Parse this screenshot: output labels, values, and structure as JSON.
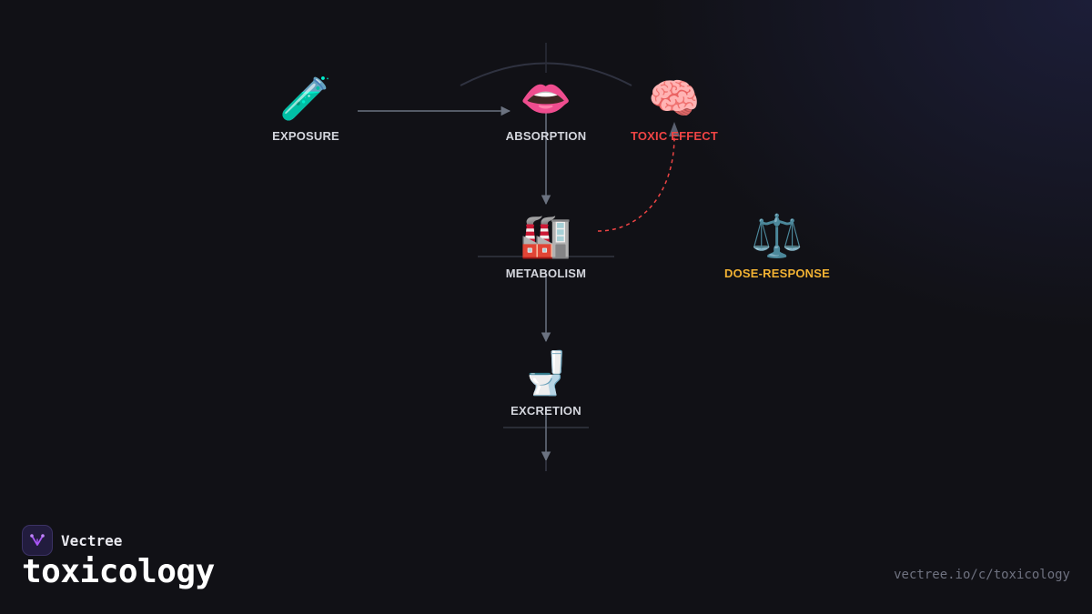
{
  "diagram": {
    "nodes": [
      {
        "id": "exposure",
        "emoji": "🧪",
        "icon": "test-tube-icon",
        "label": "EXPOSURE"
      },
      {
        "id": "absorption",
        "emoji": "👄",
        "icon": "mouth-icon",
        "label": "ABSORPTION"
      },
      {
        "id": "toxic_effect",
        "emoji": "🧠",
        "icon": "brain-icon",
        "label": "TOXIC EFFECT",
        "color": "#ef4444"
      },
      {
        "id": "metabolism",
        "emoji": "🏭",
        "icon": "factory-icon",
        "label": "METABOLISM"
      },
      {
        "id": "dose_response",
        "emoji": "⚖️",
        "icon": "scales-icon",
        "label": "DOSE-RESPONSE",
        "color": "#f2b233"
      },
      {
        "id": "excretion",
        "emoji": "🚽",
        "icon": "toilet-icon",
        "label": "EXCRETION"
      }
    ],
    "edges": [
      {
        "from": "exposure",
        "to": "absorption",
        "style": "solid"
      },
      {
        "from": "absorption",
        "to": "metabolism",
        "style": "solid"
      },
      {
        "from": "metabolism",
        "to": "excretion",
        "style": "solid"
      },
      {
        "from": "metabolism",
        "to": "toxic_effect",
        "style": "dashed",
        "color": "#ef4444"
      }
    ]
  },
  "brand": {
    "name": "Vectree",
    "logo_icon": "vectree-logo-icon",
    "accent": "#a855f7"
  },
  "page": {
    "title": "toxicology",
    "url": "vectree.io/c/toxicology"
  },
  "colors": {
    "background": "#111116",
    "connector": "#6b7280",
    "label": "#d4d6dd"
  }
}
